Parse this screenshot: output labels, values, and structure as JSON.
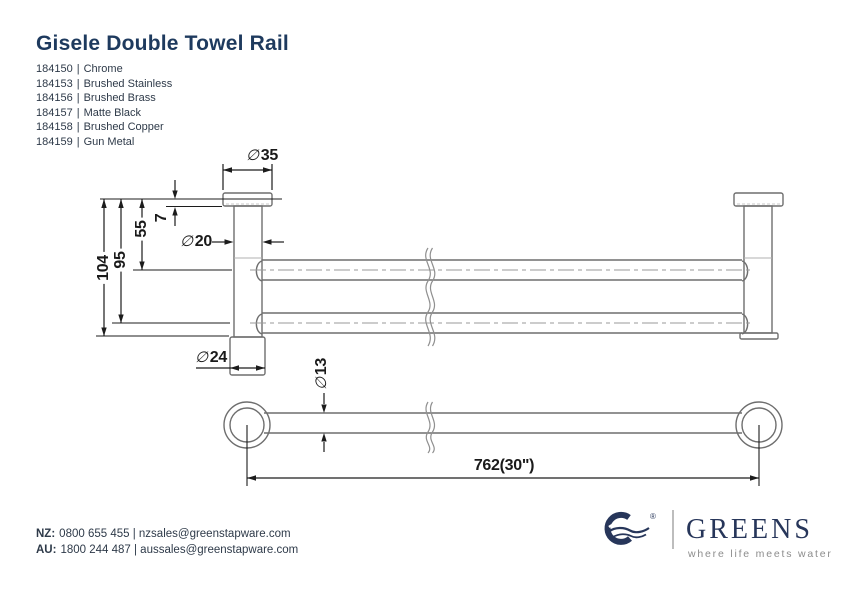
{
  "header": {
    "title": "Gisele Double Towel Rail",
    "title_color": "#1e3a5e",
    "separator": "|",
    "products": [
      {
        "code": "184150",
        "finish": "Chrome"
      },
      {
        "code": "184153",
        "finish": "Brushed Stainless"
      },
      {
        "code": "184156",
        "finish": "Brushed Brass"
      },
      {
        "code": "184157",
        "finish": "Matte Black"
      },
      {
        "code": "184158",
        "finish": "Brushed Copper"
      },
      {
        "code": "184159",
        "finish": "Gun Metal"
      }
    ]
  },
  "drawing": {
    "object_line_color": "#6e6e6e",
    "dim_color": "#1a1a1a",
    "centerline_color": "#9a9a9a",
    "side_view": {
      "dims": {
        "flange_dia": {
          "symbol": "∅",
          "value": "35"
        },
        "flange_thickness": {
          "value": "7"
        },
        "post_dia": {
          "symbol": "∅",
          "value": "20"
        },
        "rail1_offset": {
          "value": "55"
        },
        "rail2_offset": {
          "value": "95"
        },
        "projection": {
          "value": "104"
        },
        "base_dia": {
          "symbol": "∅",
          "value": "24"
        }
      }
    },
    "front_view": {
      "dims": {
        "rail_dia": {
          "symbol": "∅",
          "value": "13"
        },
        "length": {
          "value": "762(30\")"
        }
      }
    }
  },
  "footer": {
    "contacts": [
      {
        "label": "NZ:",
        "value": "0800 655 455 | nzsales@greenstapware.com"
      },
      {
        "label": "AU:",
        "value": "1800 244 487 | aussales@greenstapware.com"
      }
    ],
    "logo": {
      "brand": "GREENS",
      "tagline": "where life meets water",
      "registered": "®",
      "brand_color": "#27365a",
      "tagline_color": "#8c8c8c",
      "divider_color": "#bdbdbd"
    }
  }
}
